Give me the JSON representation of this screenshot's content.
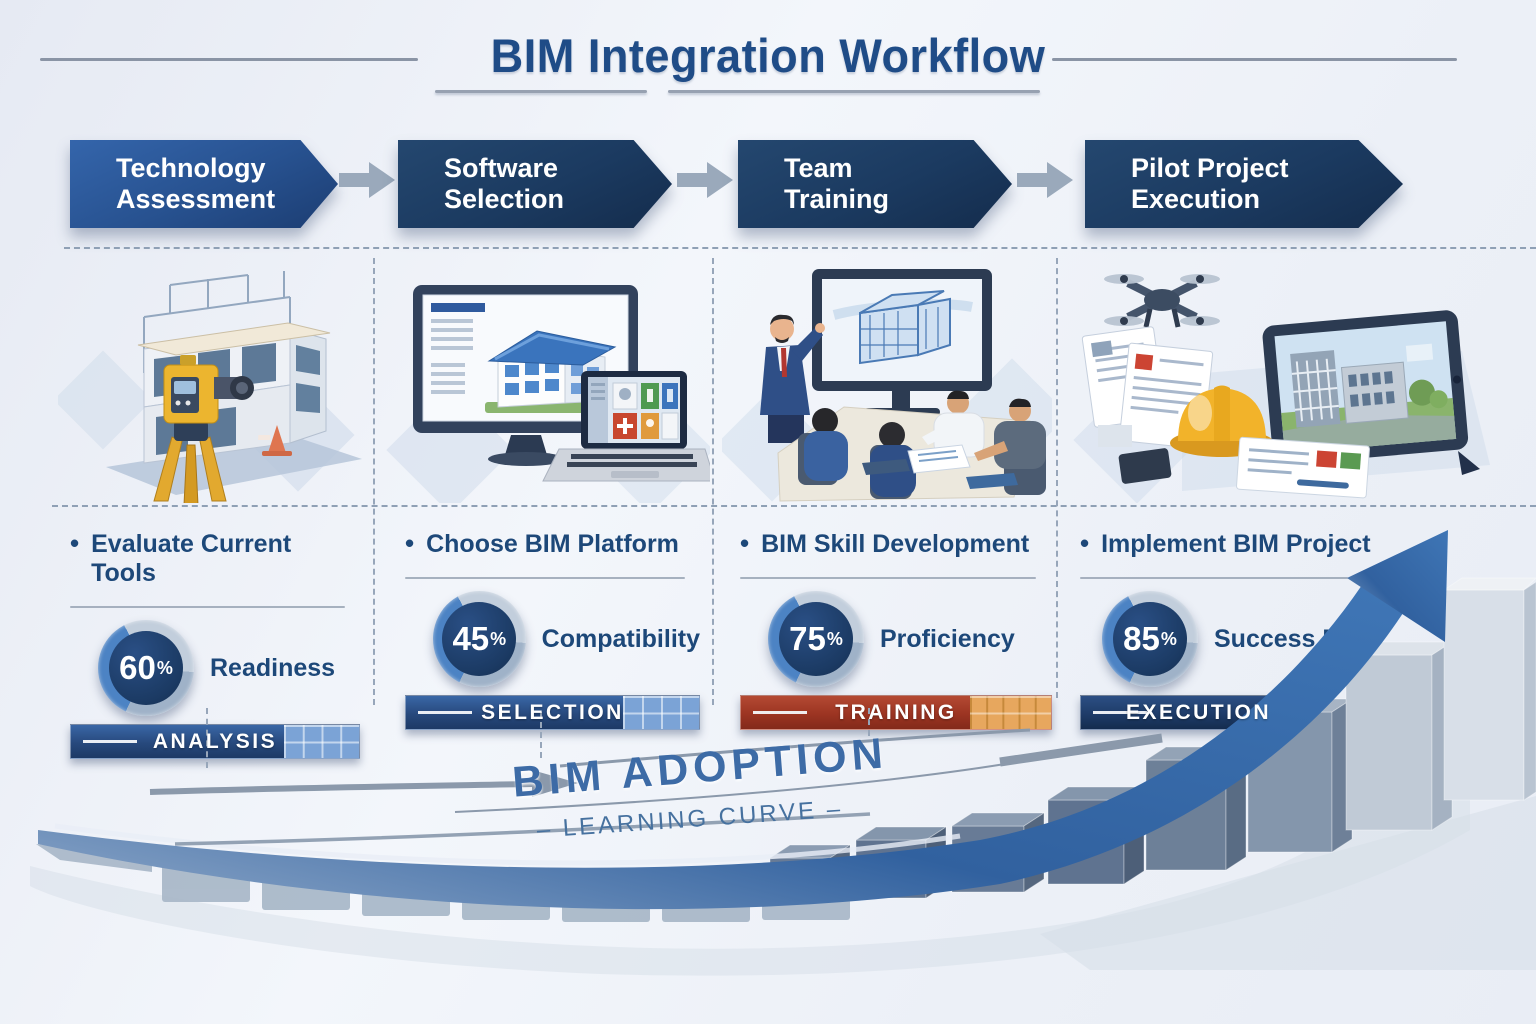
{
  "title": "BIM Integration Workflow",
  "bullet_marker": "•",
  "percent_sign": "%",
  "stages": [
    {
      "banner_line1": "Technology",
      "banner_line2": "Assessment",
      "bullet": "Evaluate Current Tools",
      "percent": "60",
      "metric": "Readiness",
      "bar_label": "ANALYSIS",
      "bar_color": "#27497d",
      "illustration": "surveying-total-station-with-building-frame"
    },
    {
      "banner_line1": "Software",
      "banner_line2": "Selection",
      "bullet": "Choose BIM Platform",
      "percent": "45",
      "metric": "Compatibility",
      "bar_label": "SELECTION",
      "bar_color": "#27497d",
      "illustration": "desktop-monitor-bim-model-and-laptop"
    },
    {
      "banner_line1": "Team",
      "banner_line2": "Training",
      "bullet": "BIM Skill Development",
      "percent": "75",
      "metric": "Proficiency",
      "bar_label": "TRAINING",
      "bar_color": "#9c3422",
      "illustration": "presenter-training-team-at-screen"
    },
    {
      "banner_line1": "Pilot Project",
      "banner_line2": "Execution",
      "bullet": "Implement BIM Project",
      "percent": "85",
      "metric": "Success Rate",
      "bar_label": "EXECUTION",
      "bar_color": "#1d3a66",
      "illustration": "drone-hardhat-tablet-site-render"
    }
  ],
  "bottom": {
    "adoption_label": "BIM ADOPTION",
    "curve_label": "– LEARNING CURVE –"
  },
  "colors": {
    "title_blue": "#1f4c87",
    "banner_navy": "#1b3a60",
    "banner_blue": "#2b5aa0",
    "flow_arrow_gray": "#9aa9bb",
    "bar_navy": "#27497d",
    "bar_red": "#9c3422",
    "segment_blue": "#7ba3d6",
    "segment_orange": "#e7a75e",
    "swoosh_blue": "#35659f",
    "hardhat_yellow": "#f0b42c"
  }
}
